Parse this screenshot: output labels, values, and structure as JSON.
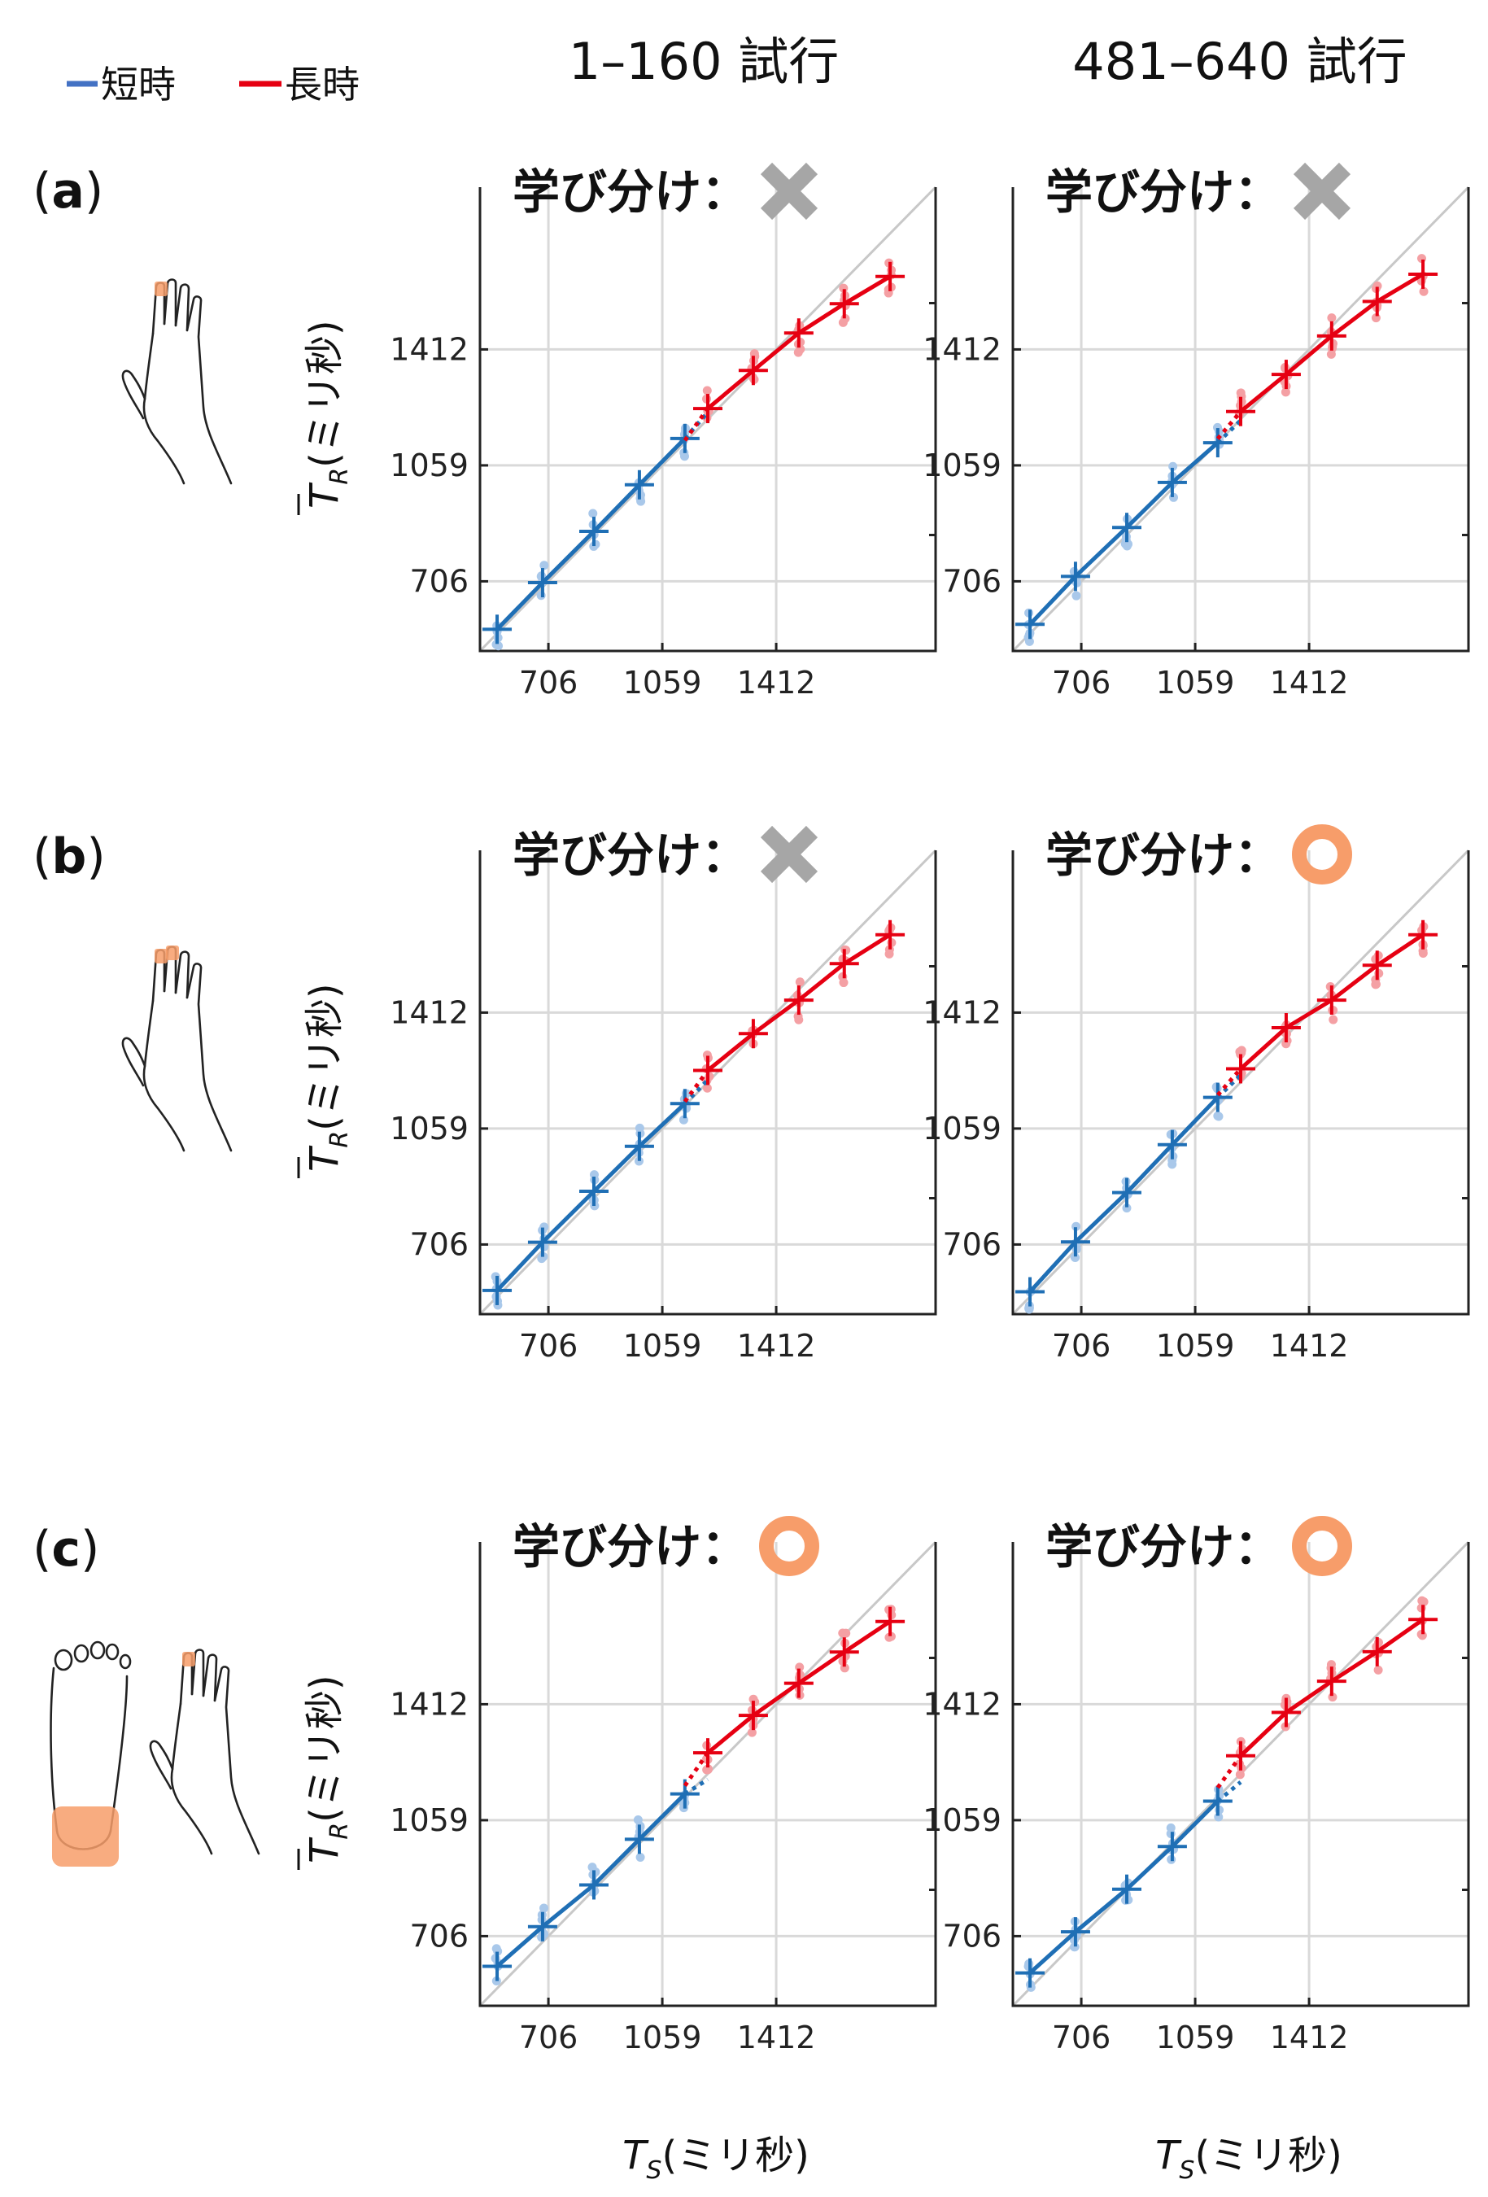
{
  "colors": {
    "short": "#1f6fb5",
    "long": "#e60012",
    "short_light": "#a9c8ea",
    "long_light": "#f4a0a4",
    "grid": "#d9d9d9",
    "diag": "#c8c8c8",
    "cross": "#a6a6a6",
    "circle": "#f79d6a"
  },
  "legend": [
    {
      "label": "短時",
      "color": "#4472c4"
    },
    {
      "label": "長時",
      "color": "#e60012"
    }
  ],
  "columns": [
    "1–160 試行",
    "481–640 試行"
  ],
  "rows": [
    {
      "paren_open": "(",
      "letter": "a",
      "paren_close": ")",
      "icon": "single-fingertip-hand-icon"
    },
    {
      "paren_open": "(",
      "letter": "b",
      "paren_close": ")",
      "icon": "two-fingertips-hand-icon"
    },
    {
      "paren_open": "(",
      "letter": "c",
      "paren_close": ")",
      "icon": "foot-and-hand-icon"
    }
  ],
  "badge_text": "学び分け：",
  "ylabel": {
    "symbol": "T",
    "sub": "R",
    "unit": "(ミリ秒)"
  },
  "xlabel": {
    "symbol": "T",
    "sub": "S",
    "unit": "(ミリ秒)"
  },
  "chart_data": [
    {
      "type": "line",
      "panel": "a-1",
      "verdict": "cross",
      "xlim": [
        494,
        1906
      ],
      "ylim": [
        494,
        1906
      ],
      "x_ticks": [
        706,
        1059,
        1412
      ],
      "y_ticks": [
        706,
        1059,
        1412
      ],
      "grid": true,
      "series": [
        {
          "name": "短時",
          "x": [
            547,
            688,
            847,
            988,
            1129
          ],
          "y": [
            560,
            702,
            858,
            1000,
            1141
          ],
          "ext_x": [
            1129,
            1200
          ],
          "ext_y": [
            1141,
            1220
          ]
        },
        {
          "name": "長時",
          "x": [
            1200,
            1341,
            1482,
            1623,
            1765
          ],
          "y": [
            1232,
            1348,
            1462,
            1551,
            1634
          ],
          "ext_x": [
            1129,
            1200
          ],
          "ext_y": [
            1135,
            1232
          ]
        }
      ]
    },
    {
      "type": "line",
      "panel": "a-2",
      "verdict": "cross",
      "xlim": [
        494,
        1906
      ],
      "ylim": [
        494,
        1906
      ],
      "x_ticks": [
        706,
        1059,
        1412
      ],
      "y_ticks": [
        706,
        1059,
        1412
      ],
      "grid": true,
      "series": [
        {
          "name": "短時",
          "x": [
            547,
            688,
            847,
            988,
            1129
          ],
          "y": [
            575,
            721,
            870,
            1007,
            1128
          ],
          "ext_x": [
            1129,
            1200
          ],
          "ext_y": [
            1128,
            1196
          ]
        },
        {
          "name": "長時",
          "x": [
            1200,
            1341,
            1482,
            1623,
            1765
          ],
          "y": [
            1223,
            1336,
            1453,
            1558,
            1641
          ],
          "ext_x": [
            1129,
            1200
          ],
          "ext_y": [
            1140,
            1223
          ]
        }
      ]
    },
    {
      "type": "line",
      "panel": "b-1",
      "verdict": "cross",
      "xlim": [
        494,
        1906
      ],
      "ylim": [
        494,
        1906
      ],
      "x_ticks": [
        706,
        1059,
        1412
      ],
      "y_ticks": [
        706,
        1059,
        1412
      ],
      "grid": true,
      "series": [
        {
          "name": "短時",
          "x": [
            547,
            688,
            847,
            988,
            1129
          ],
          "y": [
            566,
            713,
            868,
            1005,
            1135
          ],
          "ext_x": [
            1129,
            1200
          ],
          "ext_y": [
            1135,
            1207
          ]
        },
        {
          "name": "長時",
          "x": [
            1200,
            1341,
            1482,
            1623,
            1765
          ],
          "y": [
            1236,
            1348,
            1450,
            1561,
            1649
          ],
          "ext_x": [
            1129,
            1200
          ],
          "ext_y": [
            1141,
            1236
          ]
        }
      ]
    },
    {
      "type": "line",
      "panel": "b-2",
      "verdict": "circle",
      "xlim": [
        494,
        1906
      ],
      "ylim": [
        494,
        1906
      ],
      "x_ticks": [
        706,
        1059,
        1412
      ],
      "y_ticks": [
        706,
        1059,
        1412
      ],
      "grid": true,
      "series": [
        {
          "name": "短時",
          "x": [
            547,
            688,
            847,
            988,
            1129
          ],
          "y": [
            562,
            714,
            864,
            1010,
            1154
          ],
          "ext_x": [
            1129,
            1200
          ],
          "ext_y": [
            1154,
            1222
          ]
        },
        {
          "name": "長時",
          "x": [
            1200,
            1341,
            1482,
            1623,
            1765
          ],
          "y": [
            1241,
            1366,
            1450,
            1556,
            1649
          ],
          "ext_x": [
            1129,
            1200
          ],
          "ext_y": [
            1161,
            1241
          ]
        }
      ]
    },
    {
      "type": "line",
      "panel": "c-1",
      "verdict": "circle",
      "xlim": [
        494,
        1906
      ],
      "ylim": [
        494,
        1906
      ],
      "x_ticks": [
        706,
        1059,
        1412
      ],
      "y_ticks": [
        706,
        1059,
        1412
      ],
      "grid": true,
      "series": [
        {
          "name": "短時",
          "x": [
            547,
            688,
            847,
            988,
            1129
          ],
          "y": [
            614,
            735,
            862,
            1001,
            1139
          ],
          "ext_x": [
            1129,
            1200
          ],
          "ext_y": [
            1139,
            1183
          ]
        },
        {
          "name": "長時",
          "x": [
            1200,
            1341,
            1482,
            1623,
            1765
          ],
          "y": [
            1264,
            1378,
            1476,
            1571,
            1664
          ],
          "ext_x": [
            1129,
            1200
          ],
          "ext_y": [
            1164,
            1264
          ]
        }
      ]
    },
    {
      "type": "line",
      "panel": "c-2",
      "verdict": "circle",
      "xlim": [
        494,
        1906
      ],
      "ylim": [
        494,
        1906
      ],
      "x_ticks": [
        706,
        1059,
        1412
      ],
      "y_ticks": [
        706,
        1059,
        1412
      ],
      "grid": true,
      "series": [
        {
          "name": "短時",
          "x": [
            547,
            688,
            847,
            988,
            1129
          ],
          "y": [
            594,
            719,
            849,
            979,
            1117
          ],
          "ext_x": [
            1129,
            1200
          ],
          "ext_y": [
            1117,
            1175
          ]
        },
        {
          "name": "長時",
          "x": [
            1200,
            1341,
            1482,
            1623,
            1765
          ],
          "y": [
            1255,
            1387,
            1482,
            1572,
            1670
          ],
          "ext_x": [
            1129,
            1200
          ],
          "ext_y": [
            1158,
            1255
          ]
        }
      ]
    }
  ]
}
